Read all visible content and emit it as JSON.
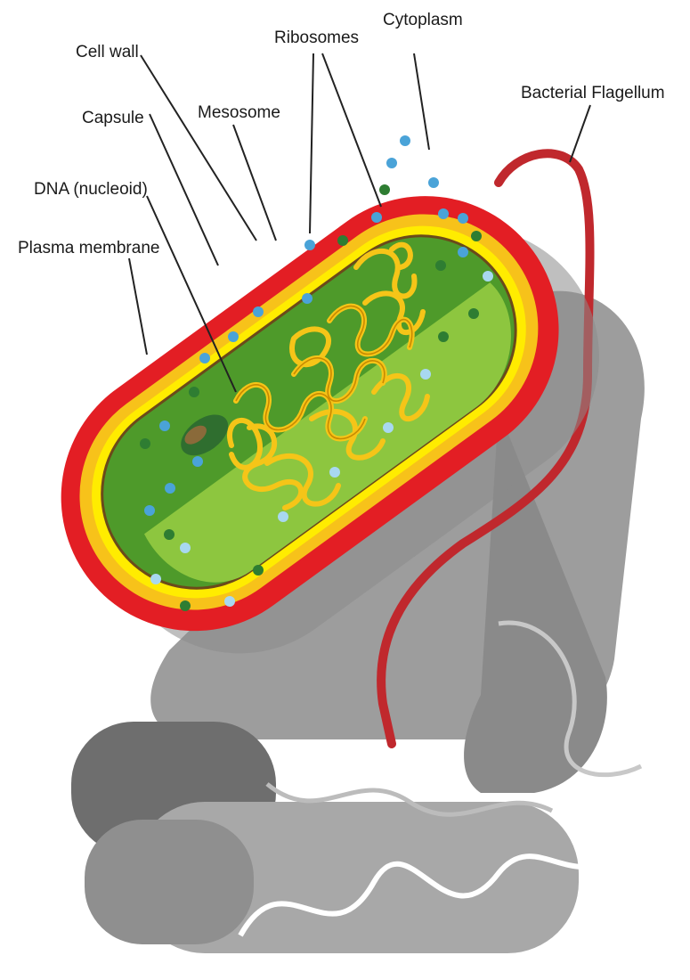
{
  "diagram": {
    "labels": {
      "cell_wall": "Cell wall",
      "capsule": "Capsule",
      "dna": "DNA (nucleoid)",
      "plasma_membrane": "Plasma membrane",
      "mesosome": "Mesosome",
      "ribosomes": "Ribosomes",
      "cytoplasm": "Cytoplasm",
      "flagellum": "Bacterial Flagellum"
    },
    "colors": {
      "capsule": "#e31e24",
      "cell_wall": "#f7c21a",
      "membrane_yellow": "#ffec00",
      "cytoplasm_dark": "#4e9a2a",
      "cytoplasm_light": "#8dc63f",
      "dna": "#f5c518",
      "ribosome": "#4aa3d8",
      "flagellum": "#c0282d",
      "shadow_cells": "#9b9b9b"
    }
  }
}
